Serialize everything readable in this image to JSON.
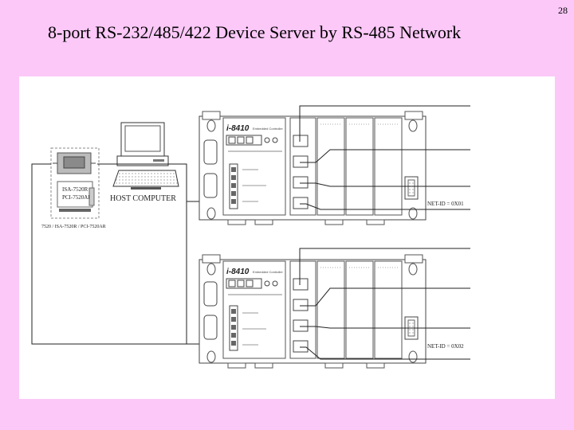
{
  "page": {
    "number": "28"
  },
  "title": "8-port RS-232/485/422 Device Server by RS-485 Network",
  "diagram": {
    "host_label": "HOST COMPUTER",
    "card_label_1": "ISA-7520R",
    "card_label_2": "PCI-7520AR",
    "converter_caption": "7520 / ISA-7520R / PCI-7520AR",
    "unit_top": {
      "brand": "i-8410",
      "subtitle": "Embedded Controller",
      "net_id": "NET-ID = 0X01"
    },
    "unit_bottom": {
      "brand": "i-8410",
      "subtitle": "Embedded Controller",
      "net_id": "NET-ID = 0X02"
    }
  }
}
